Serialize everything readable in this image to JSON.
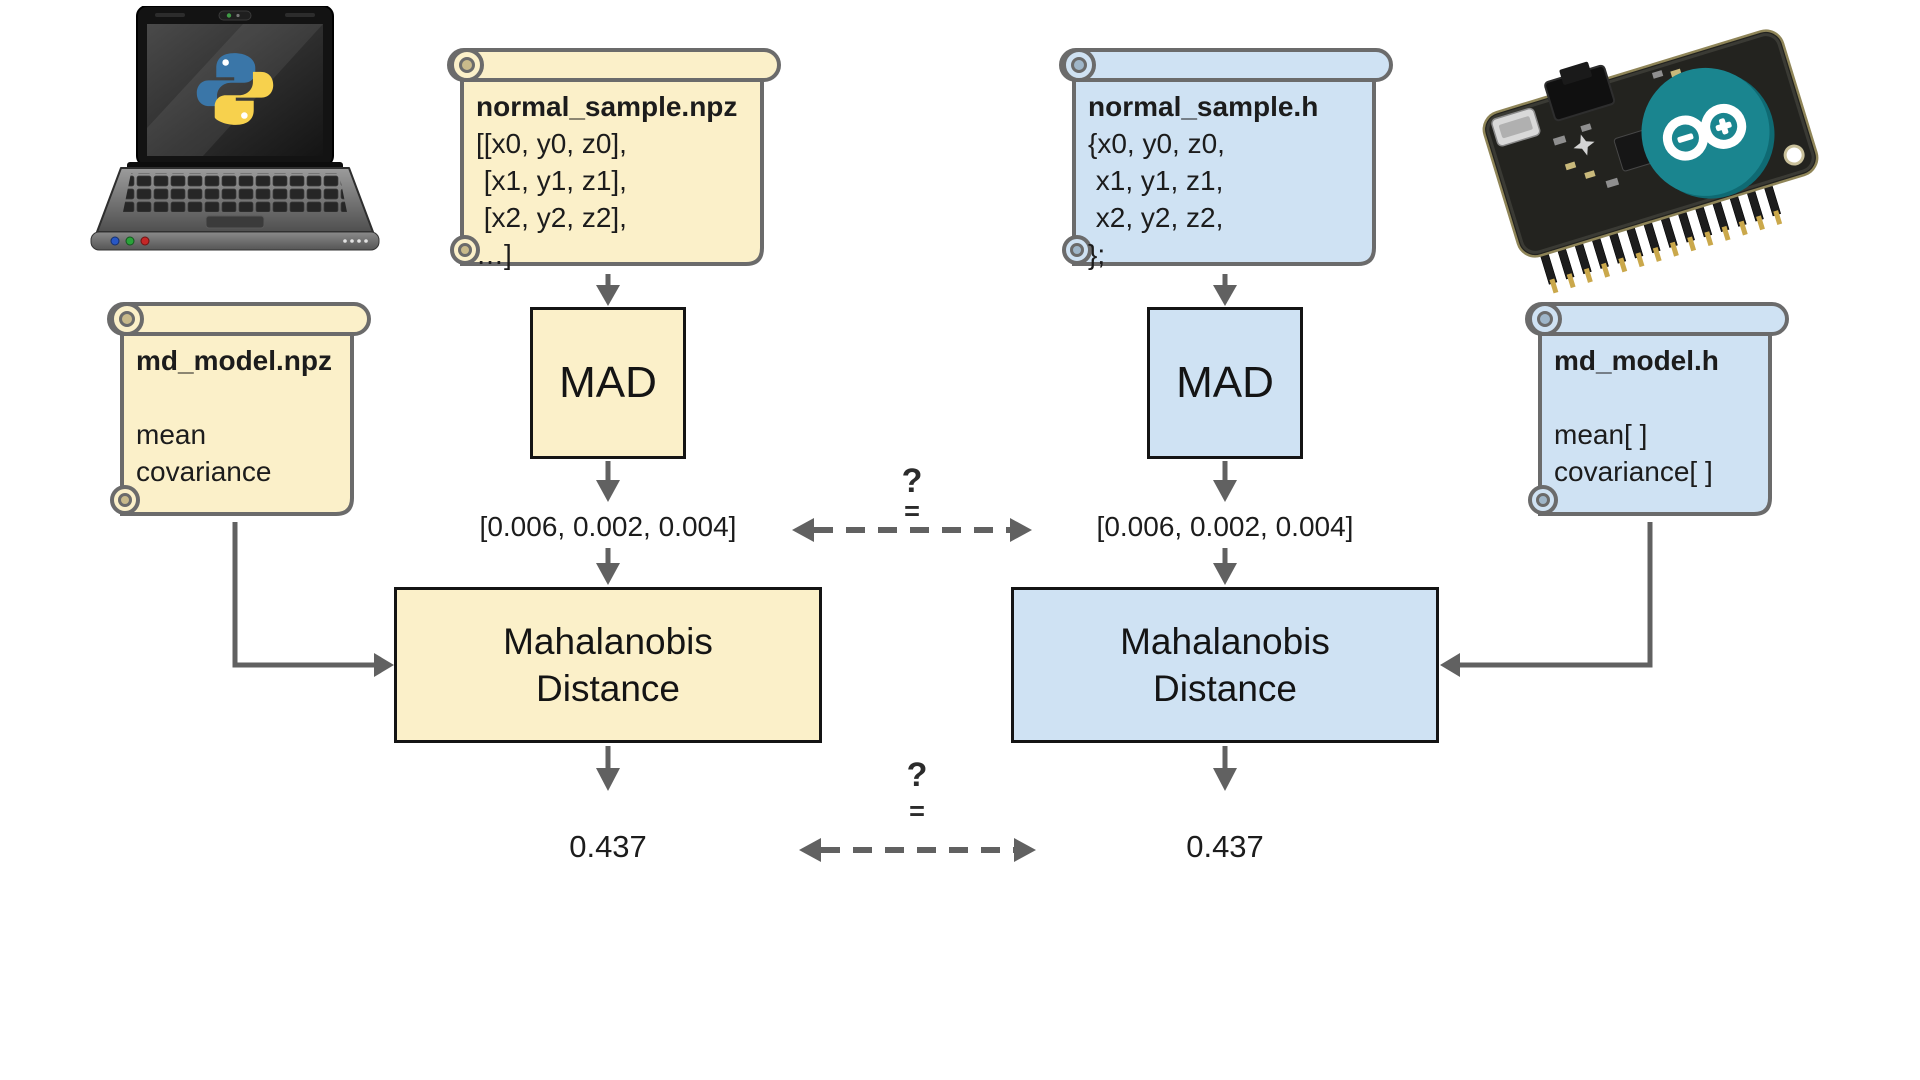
{
  "colors": {
    "python_fill": "#FBF0C9",
    "arduino_fill": "#CFE2F3",
    "scroll_border": "#6b6b6b",
    "box_border": "#141414",
    "arrow_gray": "#616161",
    "python_logo_blue": "#3A76A8",
    "python_logo_yellow": "#F7D14D",
    "arduino_teal": "#1A858F"
  },
  "python_column": {
    "device": "python-laptop",
    "sample_scroll": {
      "title": "normal_sample.npz",
      "lines": [
        "[[x0, y0, z0],",
        " [x1, y1, z1],",
        " [x2, y2, z2],",
        "…]"
      ]
    },
    "model_scroll": {
      "title": "md_model.npz",
      "lines": [
        "mean",
        "covariance"
      ]
    },
    "mad_box": "MAD",
    "mad_output": "[0.006, 0.002, 0.004]",
    "md_box": [
      "Mahalanobis",
      "Distance"
    ],
    "md_output": "0.437"
  },
  "arduino_column": {
    "device": "arduino-board",
    "sample_scroll": {
      "title": "normal_sample.h",
      "lines": [
        "{x0, y0, z0,",
        " x1, y1, z1,",
        " x2, y2, z2,",
        "};"
      ]
    },
    "model_scroll": {
      "title": "md_model.h",
      "lines": [
        "mean[ ]",
        "covariance[ ]"
      ]
    },
    "mad_box": "MAD",
    "mad_output": "[0.006, 0.002, 0.004]",
    "md_box": [
      "Mahalanobis",
      "Distance"
    ],
    "md_output": "0.437"
  },
  "comparisons": {
    "question": "?",
    "equals": "="
  }
}
